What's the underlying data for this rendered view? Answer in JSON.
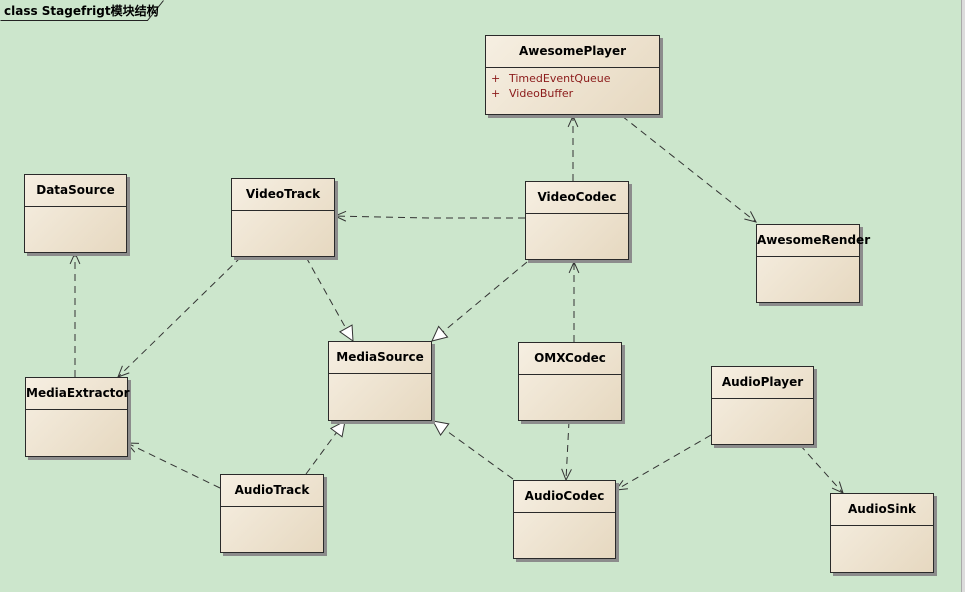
{
  "diagram": {
    "title": "class Stagefrigt模块结构",
    "colors": {
      "background": "#cce6cc",
      "line": "#333333",
      "attribute": "#8b1a1a"
    }
  },
  "classes": [
    {
      "id": "awesomeplayer",
      "name": "AwesomePlayer",
      "attributes": [
        {
          "visibility": "+",
          "name": "TimedEventQueue"
        },
        {
          "visibility": "+",
          "name": "VideoBuffer"
        }
      ]
    },
    {
      "id": "datasource",
      "name": "DataSource",
      "attributes": []
    },
    {
      "id": "videotrack",
      "name": "VideoTrack",
      "attributes": []
    },
    {
      "id": "videocodec",
      "name": "VideoCodec",
      "attributes": []
    },
    {
      "id": "awesomerender",
      "name": "AwesomeRender",
      "attributes": []
    },
    {
      "id": "mediaextractor",
      "name": "MediaExtractor",
      "attributes": []
    },
    {
      "id": "mediasource",
      "name": "MediaSource",
      "attributes": []
    },
    {
      "id": "omxcodec",
      "name": "OMXCodec",
      "attributes": []
    },
    {
      "id": "audioplayer",
      "name": "AudioPlayer",
      "attributes": []
    },
    {
      "id": "audiotrack",
      "name": "AudioTrack",
      "attributes": []
    },
    {
      "id": "audiocodec",
      "name": "AudioCodec",
      "attributes": []
    },
    {
      "id": "audiosink",
      "name": "AudioSink",
      "attributes": []
    }
  ],
  "relations": [
    {
      "from": "videocodec",
      "to": "awesomeplayer",
      "kind": "dependency"
    },
    {
      "from": "awesomeplayer",
      "to": "awesomerender",
      "kind": "dependency"
    },
    {
      "from": "videocodec",
      "to": "videotrack",
      "kind": "dependency"
    },
    {
      "from": "mediaextractor",
      "to": "datasource",
      "kind": "dependency"
    },
    {
      "from": "videotrack",
      "to": "mediaextractor",
      "kind": "dependency"
    },
    {
      "from": "videotrack",
      "to": "mediasource",
      "kind": "realization"
    },
    {
      "from": "videocodec",
      "to": "mediasource",
      "kind": "realization"
    },
    {
      "from": "omxcodec",
      "to": "videocodec",
      "kind": "dependency"
    },
    {
      "from": "omxcodec",
      "to": "audiocodec",
      "kind": "dependency"
    },
    {
      "from": "audioplayer",
      "to": "audiocodec",
      "kind": "dependency"
    },
    {
      "from": "audioplayer",
      "to": "audiosink",
      "kind": "dependency"
    },
    {
      "from": "audiotrack",
      "to": "mediaextractor",
      "kind": "dependency"
    },
    {
      "from": "audiotrack",
      "to": "mediasource",
      "kind": "realization"
    },
    {
      "from": "audiocodec",
      "to": "mediasource",
      "kind": "realization"
    }
  ]
}
